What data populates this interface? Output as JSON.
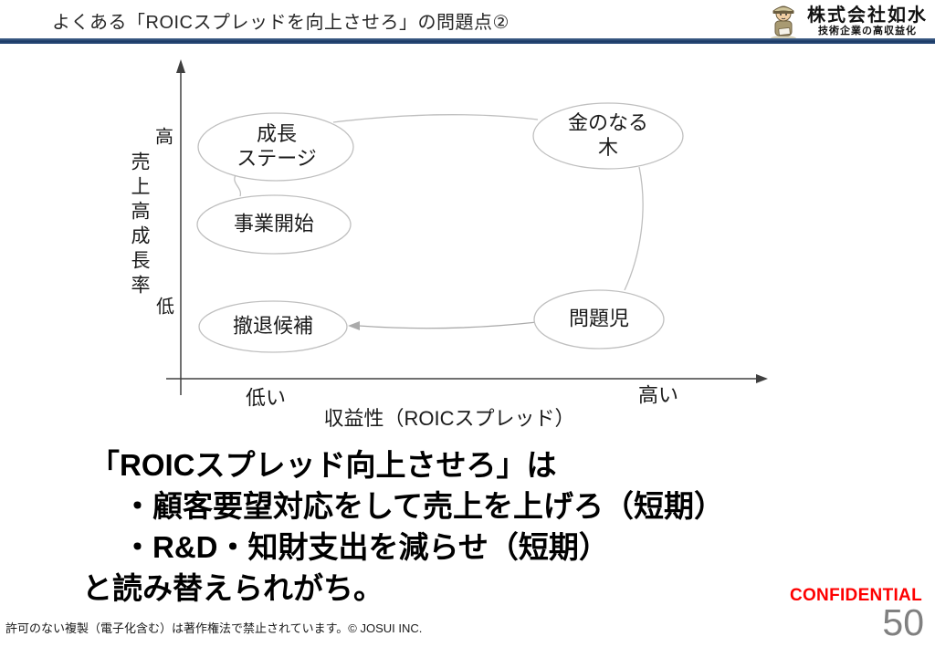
{
  "slide": {
    "title": "よくある「ROICスプレッドを向上させろ」の問題点②",
    "logo": {
      "company": "株式会社如水",
      "tagline": "技術企業の高収益化"
    },
    "confidential": "CONFIDENTIAL",
    "page_number": "50",
    "copyright": "許可のない複製（電子化含む）は著作権法で禁止されています。© JOSUI INC."
  },
  "chart_data": {
    "type": "diagram",
    "subtype": "product-portfolio-matrix-flow",
    "y_axis": {
      "title": "売上高成長率",
      "high_label": "高",
      "low_label": "低"
    },
    "x_axis": {
      "title": "収益性（ROICスプレッド）",
      "low_label": "低い",
      "high_label": "高い"
    },
    "nodes": {
      "growth_stage": "成長\nステージ",
      "cash_cow": "金のなる\n木",
      "business_start": "事業開始",
      "problem_child": "問題児",
      "withdrawal_candidate": "撤退候補"
    },
    "edges": [
      {
        "from": "business_start",
        "to": "growth_stage",
        "arrow": false
      },
      {
        "from": "growth_stage",
        "to": "cash_cow",
        "arrow": false
      },
      {
        "from": "cash_cow",
        "to": "problem_child",
        "arrow": false
      },
      {
        "from": "problem_child",
        "to": "withdrawal_candidate",
        "arrow": true
      }
    ]
  },
  "message": {
    "line1": "「ROICスプレッド向上させろ」は",
    "line2": "・顧客要望対応をして売上を上げろ（短期）",
    "line3": "・R&D・知財支出を減らせ（短期）",
    "line4": "と読み替えられがち。"
  },
  "colors": {
    "header_bar": "#1b3a66",
    "axis": "#404040",
    "ellipse_stroke": "#bfbfbf",
    "connector": "#bfbfbf",
    "confidential": "#fe0000",
    "page_number": "#808080"
  }
}
